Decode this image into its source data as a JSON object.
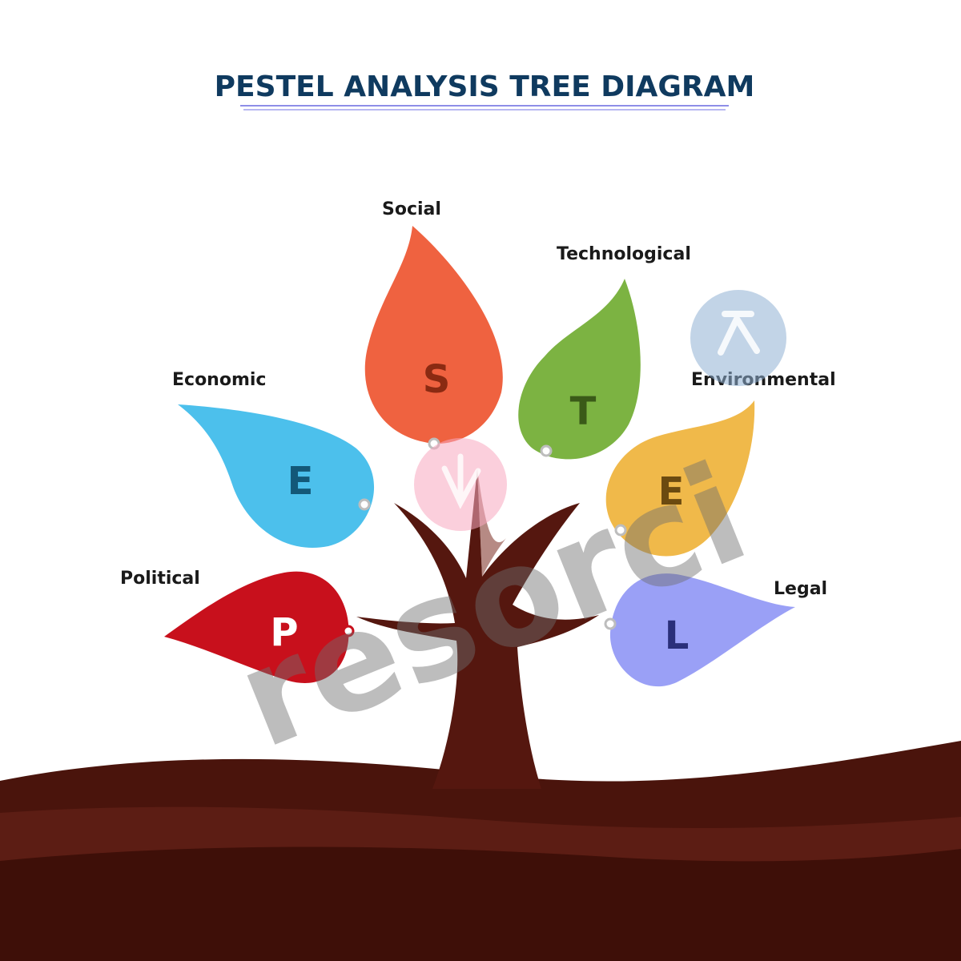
{
  "title": "PESTEL ANALYSIS TREE DIAGRAM",
  "leaves": [
    {
      "id": "social",
      "label": "Social",
      "letter": "S",
      "color": "#ef6240",
      "letter_color": "#8a2a12"
    },
    {
      "id": "technological",
      "label": "Technological",
      "letter": "T",
      "color": "#7cb342",
      "letter_color": "#3a5a18"
    },
    {
      "id": "economic",
      "label": "Economic",
      "letter": "E",
      "color": "#4cc0ec",
      "letter_color": "#135878"
    },
    {
      "id": "environmental",
      "label": "Environmental",
      "letter": "E",
      "color": "#f0b94a",
      "letter_color": "#6b4a10"
    },
    {
      "id": "political",
      "label": "Political",
      "letter": "P",
      "color": "#c8101c",
      "letter_color": "#ffffff"
    },
    {
      "id": "legal",
      "label": "Legal",
      "letter": "L",
      "color": "#9aa0f6",
      "letter_color": "#2a2f7a"
    }
  ],
  "watermark": "resorci",
  "colors": {
    "trunk": "#55170f",
    "ground_front": "#3e0f08",
    "ground_mid": "#5c1d14",
    "ground_back": "#4a140c",
    "title_underline": "#8e8ee8"
  }
}
